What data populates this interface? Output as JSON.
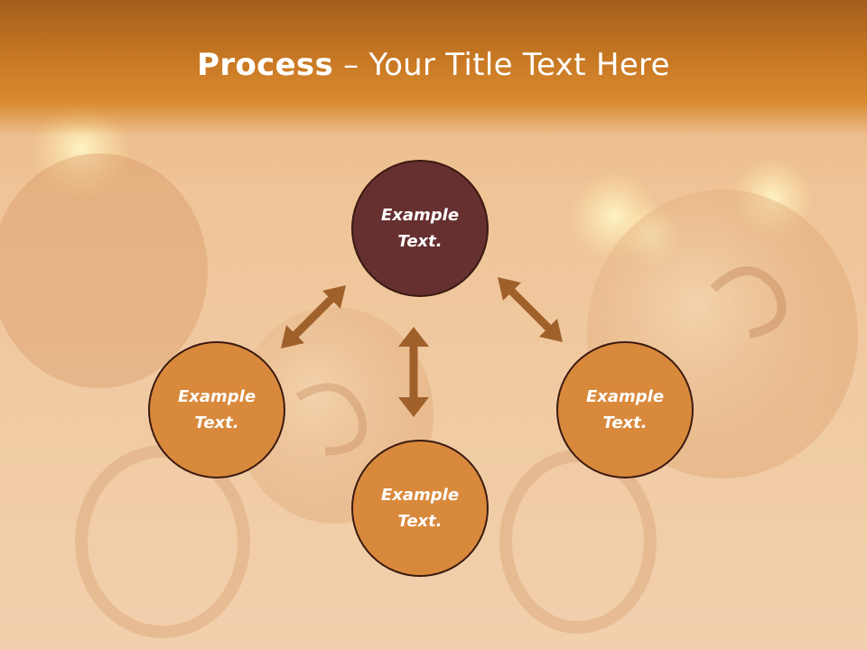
{
  "title": {
    "bold": "Process",
    "rest": " – Your Title Text Here"
  },
  "nodes": {
    "top": {
      "line1": "Example",
      "line2": "Text."
    },
    "left": {
      "line1": "Example",
      "line2": "Text."
    },
    "bottom": {
      "line1": "Example",
      "line2": "Text."
    },
    "right": {
      "line1": "Example",
      "line2": "Text."
    }
  },
  "colors": {
    "header": "#c97923",
    "node_dark": "#662f30",
    "node_orange": "#d8893c",
    "arrow": "#a0602a",
    "border": "#3b1a10"
  },
  "icons": {
    "arrows": "double-headed-arrow"
  }
}
